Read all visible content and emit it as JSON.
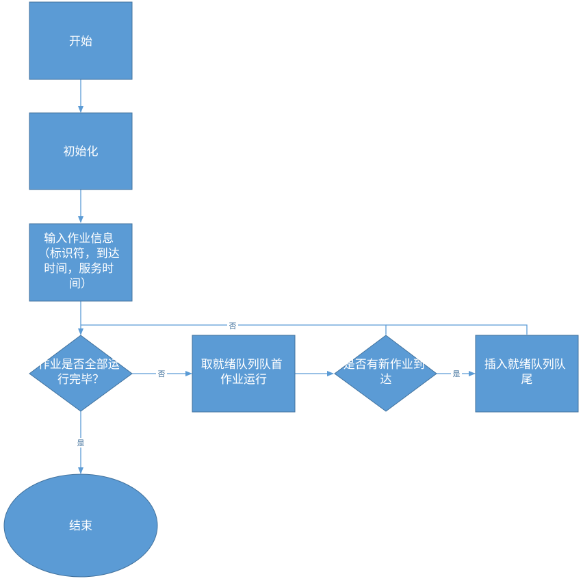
{
  "colors": {
    "node_fill": "#5b9bd5",
    "node_stroke": "#41719c",
    "edge": "#5b9bd5",
    "text": "#ffffff",
    "edge_label": "#41719c",
    "background": "#ffffff"
  },
  "nodes": {
    "start": {
      "lines": [
        "开始"
      ]
    },
    "init": {
      "lines": [
        "初始化"
      ]
    },
    "input": {
      "lines": [
        "输入作业信息",
        "（标识符，到达",
        "时间，服务时",
        "间）"
      ]
    },
    "all_done": {
      "lines": [
        "作业是否全部运",
        "行完毕？"
      ]
    },
    "run_head": {
      "lines": [
        "取就绪队列队首",
        "作业运行"
      ]
    },
    "new_job": {
      "lines": [
        "是否有新作业到",
        "达"
      ]
    },
    "enqueue": {
      "lines": [
        "插入就绪队列队",
        "尾"
      ]
    },
    "end": {
      "lines": [
        "结束"
      ]
    }
  },
  "edge_labels": {
    "loop_no": "否",
    "all_done_no": "否",
    "new_job_yes": "是",
    "all_done_yes": "是"
  }
}
